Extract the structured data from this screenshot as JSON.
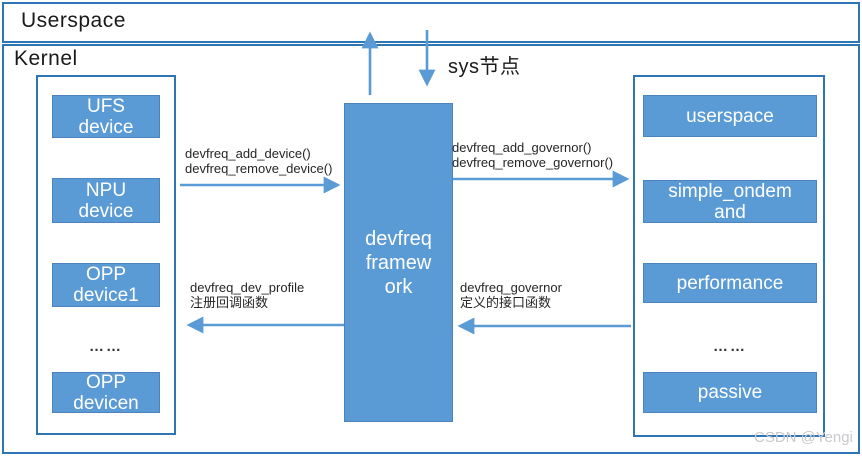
{
  "header": {
    "userspace_label": "Userspace",
    "kernel_label": "Kernel",
    "sys_node_label": "sys节点"
  },
  "left_panel": {
    "items": [
      {
        "label": "UFS\ndevice"
      },
      {
        "label": "NPU\ndevice"
      },
      {
        "label": "OPP\ndevice1"
      },
      {
        "label": "……"
      },
      {
        "label": "OPP\ndevicen"
      }
    ]
  },
  "center_box": {
    "label": "devfreq\nframew\nork"
  },
  "right_panel": {
    "items": [
      {
        "label": "userspace"
      },
      {
        "label": "simple_ondem\nand"
      },
      {
        "label": "performance"
      },
      {
        "label": "……"
      },
      {
        "label": "passive"
      }
    ]
  },
  "arrow_labels": {
    "add_device": "devfreq_add_device()\ndevfreq_remove_device()",
    "add_governor": "devfreq_add_governor()\ndevfreq_remove_governor()",
    "dev_profile": "devfreq_dev_profile\n注册回调函数",
    "governor": "devfreq_governor\n定义的接口函数"
  },
  "watermark": "CSDN @Yengi",
  "colors": {
    "container_border": "#2E75B6",
    "box_fill": "#5B9BD5",
    "arrow": "#5B9BD5",
    "text_dark": "#1a1a1a",
    "box_text": "#ffffff",
    "watermark_text": "#c9c9ce"
  }
}
